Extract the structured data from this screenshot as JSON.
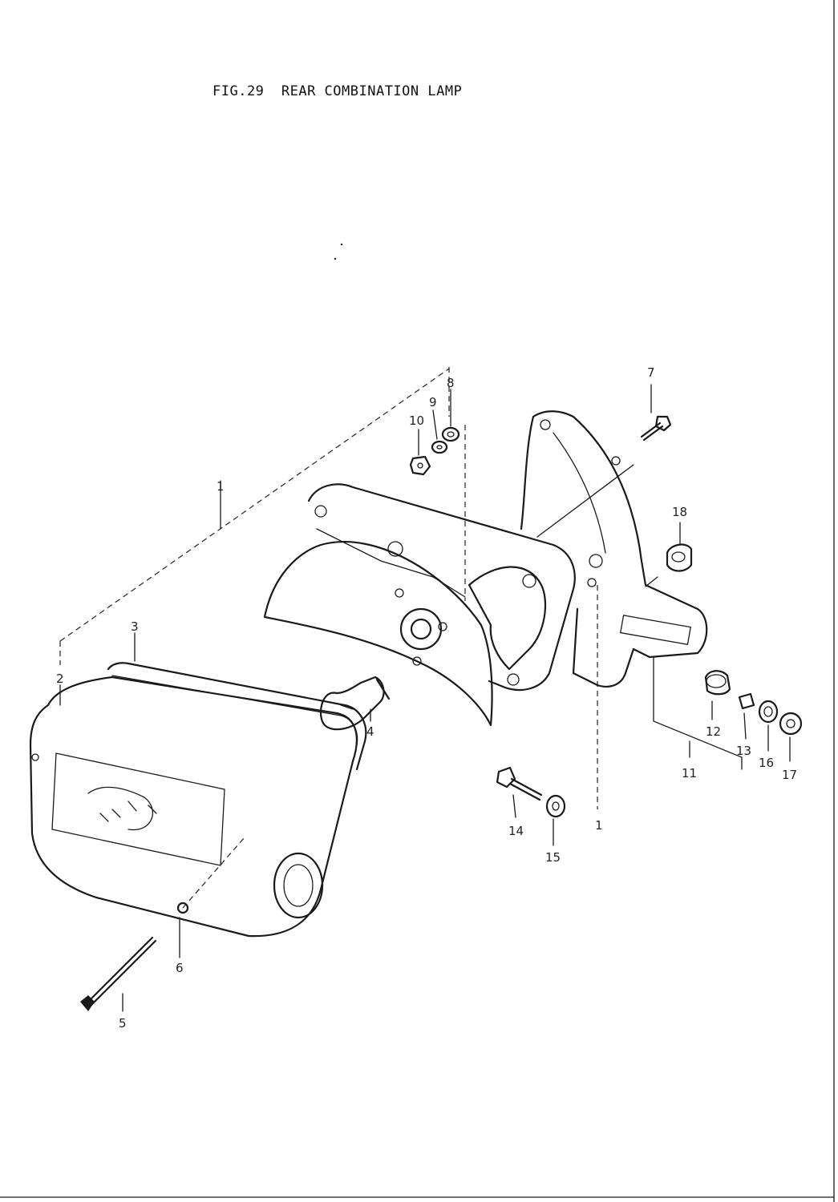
{
  "figure": {
    "title": "FIG.29  REAR COMBINATION LAMP"
  },
  "callouts": {
    "c1": "1",
    "c2": "2",
    "c3": "3",
    "c4": "4",
    "c5": "5",
    "c6": "6",
    "c7": "7",
    "c8": "8",
    "c9": "9",
    "c10": "10",
    "c11": "11",
    "c12": "12",
    "c13": "13",
    "c14": "14",
    "c15": "15",
    "c16": "16",
    "c17": "17",
    "c18": "18"
  },
  "colors": {
    "ink": "#1a1a1a",
    "paper": "#ffffff"
  }
}
